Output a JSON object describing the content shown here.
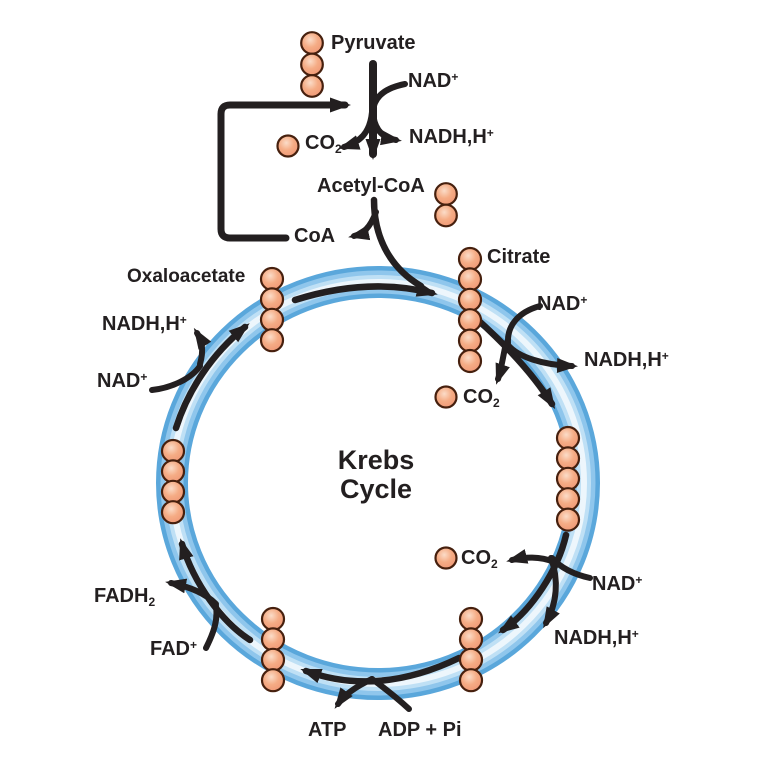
{
  "center_label": {
    "line1": "Krebs",
    "line2": "Cycle"
  },
  "molecules": {
    "pyruvate": {
      "label": "Pyruvate",
      "carbons": 3
    },
    "acetyl_coa": {
      "label": "Acetyl-CoA",
      "carbons": 2
    },
    "coa": {
      "label": "CoA"
    },
    "citrate": {
      "label": "Citrate",
      "carbons": 6
    },
    "oxaloacetate": {
      "label": "Oxaloacetate",
      "carbons": 4
    },
    "intermediate_5c": {
      "carbons": 5
    },
    "intermediate_4c_right": {
      "carbons": 4
    },
    "intermediate_4c_bottom": {
      "carbons": 4
    },
    "intermediate_4c_left": {
      "carbons": 4
    },
    "co2_molecule": {
      "carbons": 1
    }
  },
  "cofactors": {
    "nad": {
      "base": "NAD",
      "sup": "+"
    },
    "nadh": {
      "base": "NADH,H",
      "sup": "+"
    },
    "co2": {
      "base": "CO",
      "sub": "2"
    },
    "fad": {
      "base": "FAD",
      "sup": "+"
    },
    "fadh2": {
      "base": "FADH",
      "sub": "2"
    },
    "atp": {
      "label": "ATP"
    },
    "adp_pi": {
      "label": "ADP + Pi"
    }
  },
  "colors": {
    "background": "#FFFFFF",
    "arrow": "#231F20",
    "text": "#231F20",
    "ring_edge": "#5AA7DB",
    "ring_mid": "#8FC6EC",
    "ring_light": "#BFE0F5",
    "ring_core": "#EDF6FC",
    "carbon_highlight": "#FBDCC8",
    "carbon_fill": "#F5AC85",
    "carbon_shade": "#EE9271",
    "carbon_outline": "#46200E"
  }
}
